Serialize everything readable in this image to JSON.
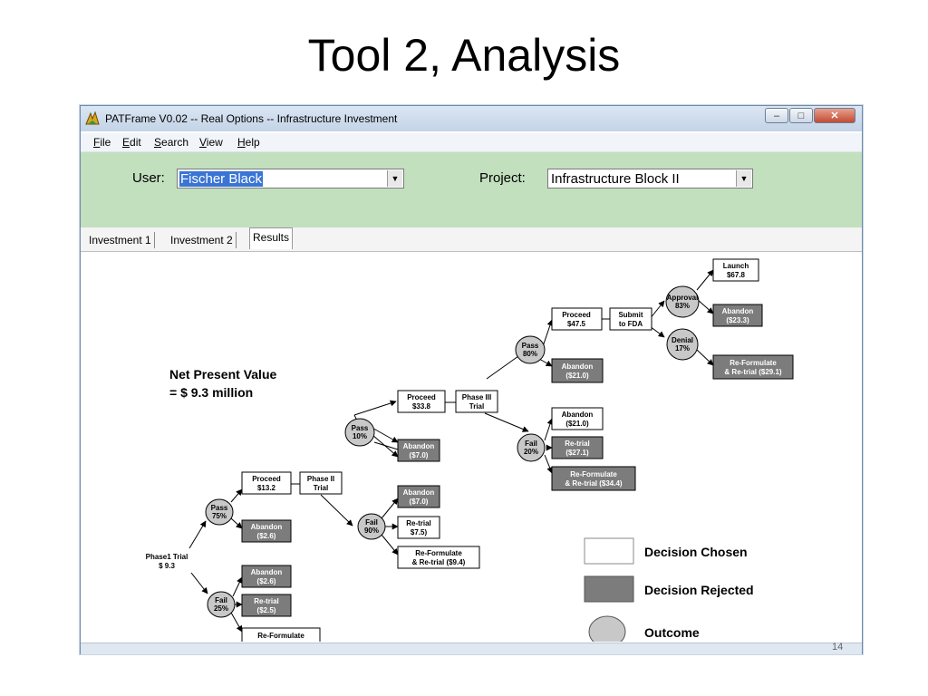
{
  "slide": {
    "title": "Tool 2, Analysis",
    "page_number": "14"
  },
  "window": {
    "title": "PATFrame V0.02  -- Real Options -- Infrastructure Investment",
    "icons": {
      "app": "patframe-app-icon",
      "minimize": "minimize-icon",
      "maximize": "maximize-icon",
      "close": "close-icon"
    }
  },
  "menu": [
    {
      "acc": "F",
      "rest": "ile"
    },
    {
      "acc": "E",
      "rest": "dit"
    },
    {
      "acc": "S",
      "rest": "earch"
    },
    {
      "acc": "V",
      "rest": "iew"
    },
    {
      "acc": "H",
      "rest": "elp"
    }
  ],
  "form": {
    "user_label": "User:",
    "user_value": "Fischer Black",
    "project_label": "Project:",
    "project_value": "Infrastructure Block II"
  },
  "tabs": [
    {
      "label": "Investment 1",
      "active": false
    },
    {
      "label": "Investment 2",
      "active": false
    },
    {
      "label": "Results",
      "active": true
    }
  ],
  "results": {
    "npv_line1": "Net Present Value",
    "npv_line2": "= $ 9.3 million",
    "root": [
      "Phase1 Trial",
      "$ 9.3"
    ],
    "nodes": {
      "pass1": [
        "Pass",
        "75%"
      ],
      "fail1": [
        "Fail",
        "25%"
      ],
      "proceed1": [
        "Proceed",
        "$13.2"
      ],
      "phase2": [
        "Phase II",
        "Trial"
      ],
      "abandon1": [
        "Abandon",
        "($2.6)"
      ],
      "fail1_abandon": [
        "Abandon",
        "($2.6)"
      ],
      "fail1_retrial": [
        "Re-trial",
        "($2.5)"
      ],
      "fail1_reformulate": [
        "Re-Formulate"
      ],
      "pass2": [
        "Pass",
        "10%"
      ],
      "abandon2": [
        "Abandon",
        "($7.0)"
      ],
      "proceed2": [
        "Proceed",
        "$33.8"
      ],
      "phase3": [
        "Phase III",
        "Trial"
      ],
      "fail2": [
        "Fail",
        "90%"
      ],
      "fail2_abandon": [
        "Abandon",
        "($7.0)"
      ],
      "fail2_retrial": [
        "Re-trial",
        "$7.5)"
      ],
      "fail2_reformulate": [
        "Re-Formulate",
        "& Re-trial ($9.4)"
      ],
      "pass3": [
        "Pass",
        "80%"
      ],
      "proceed3": [
        "Proceed",
        "$47.5"
      ],
      "submit": [
        "Submit",
        "to FDA"
      ],
      "abandon3": [
        "Abandon",
        "($21.0)"
      ],
      "fail3": [
        "Fail",
        "20%"
      ],
      "fail3_abandon": [
        "Abandon",
        "($21.0)"
      ],
      "fail3_retrial": [
        "Re-trial",
        "($27.1)"
      ],
      "fail3_reformulate": [
        "Re-Formulate",
        "& Re-trial ($34.4)"
      ],
      "approval": [
        "Approval",
        "83%"
      ],
      "denial": [
        "Denial",
        "17%"
      ],
      "launch": [
        "Launch",
        "$67.8"
      ],
      "approval_abandon": [
        "Abandon",
        "($23.3)"
      ],
      "denial_reformulate": [
        "Re-Formulate",
        "& Re-trial ($29.1)"
      ]
    },
    "legend": {
      "chosen": "Decision Chosen",
      "rejected": "Decision Rejected",
      "outcome": "Outcome"
    }
  }
}
